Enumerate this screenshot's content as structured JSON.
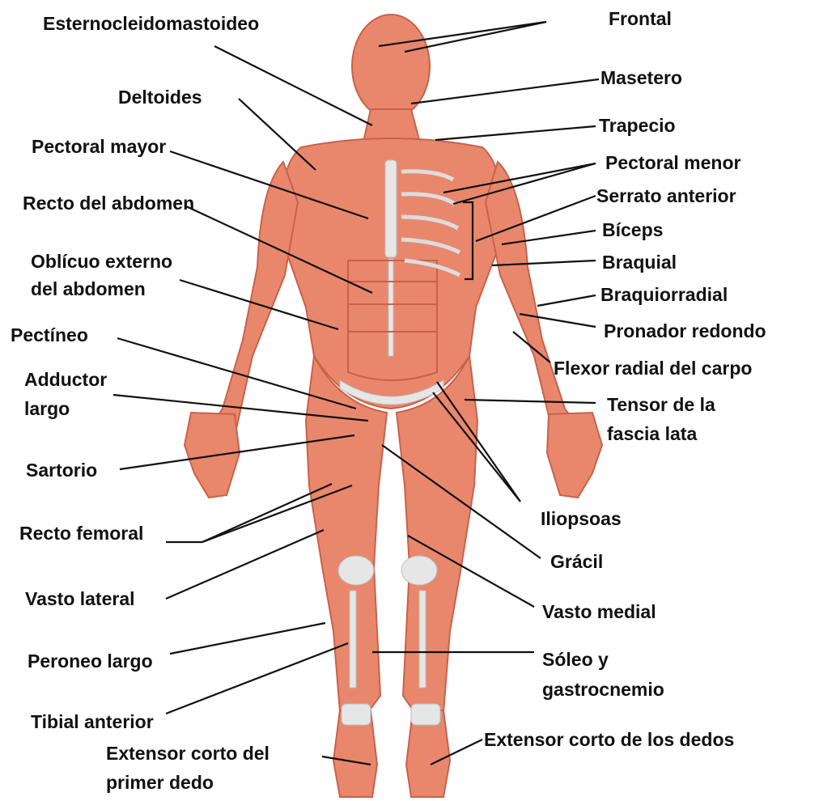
{
  "colors": {
    "background": "#ffffff",
    "muscle": "#e9876d",
    "muscle_dark": "#c9614a",
    "tendon": "#e6e6e6",
    "leader_line": "#111111"
  },
  "labels": {
    "esternocleidomastoideo": "Esternocleidomastoideo",
    "frontal": "Frontal",
    "masetero": "Masetero",
    "deltoides": "Deltoides",
    "trapecio": "Trapecio",
    "pectoral_mayor": "Pectoral mayor",
    "pectoral_menor": "Pectoral menor",
    "serrato_anterior": "Serrato anterior",
    "recto_abdomen": "Recto del abdomen",
    "biceps": "Bíceps",
    "braquial": "Braquial",
    "obliquo_line1": "Oblícuo externo",
    "obliquo_line2": "del abdomen",
    "braquiorradial": "Braquiorradial",
    "pronador_redondo": "Pronador redondo",
    "pectineo": "Pectíneo",
    "flexor_radial": "Flexor radial del carpo",
    "adductor_line1": "Adductor",
    "adductor_line2": "largo",
    "tensor_line1": "Tensor de la",
    "tensor_line2": "fascia lata",
    "sartorio": "Sartorio",
    "iliopsoas": "Iliopsoas",
    "recto_femoral": "Recto femoral",
    "gracil": "Grácil",
    "vasto_lateral": "Vasto lateral",
    "vasto_medial": "Vasto medial",
    "peroneo_largo": "Peroneo largo",
    "soleo_line1": "Sóleo y",
    "soleo_line2": "gastrocnemio",
    "tibial_anterior": "Tibial anterior",
    "ext_corto_primer_line1": "Extensor corto del",
    "ext_corto_primer_line2": "primer dedo",
    "ext_corto_dedos": "Extensor corto de los dedos"
  }
}
